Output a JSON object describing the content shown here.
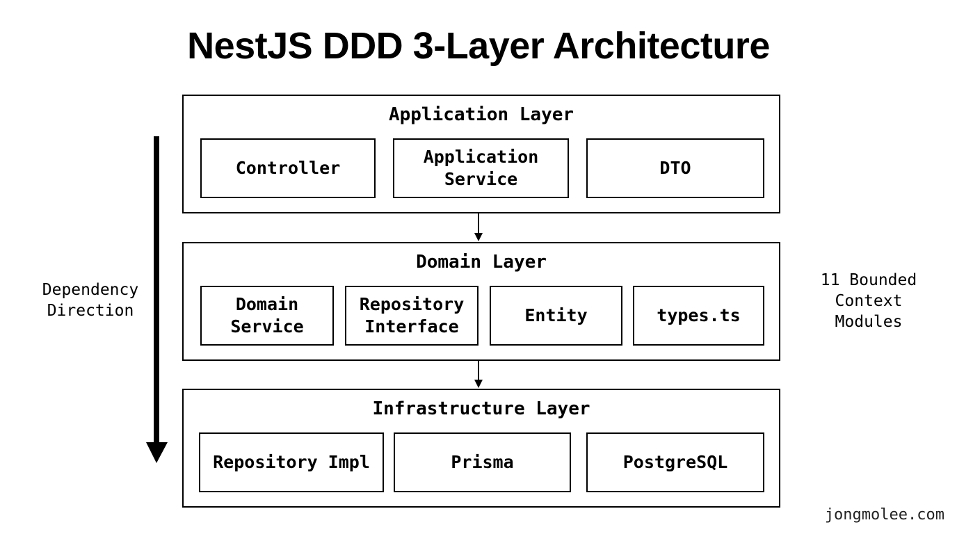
{
  "title": "NestJS DDD 3-Layer Architecture",
  "layers": [
    {
      "title": "Application Layer",
      "components": [
        "Controller",
        "Application\nService",
        "DTO"
      ]
    },
    {
      "title": "Domain Layer",
      "components": [
        "Domain\nService",
        "Repository\nInterface",
        "Entity",
        "types.ts"
      ]
    },
    {
      "title": "Infrastructure Layer",
      "components": [
        "Repository Impl",
        "Prisma",
        "PostgreSQL"
      ]
    }
  ],
  "dependency_label": "Dependency\nDirection",
  "bounded_context_label": "11 Bounded\nContext\nModules",
  "footer": "jongmolee.com"
}
